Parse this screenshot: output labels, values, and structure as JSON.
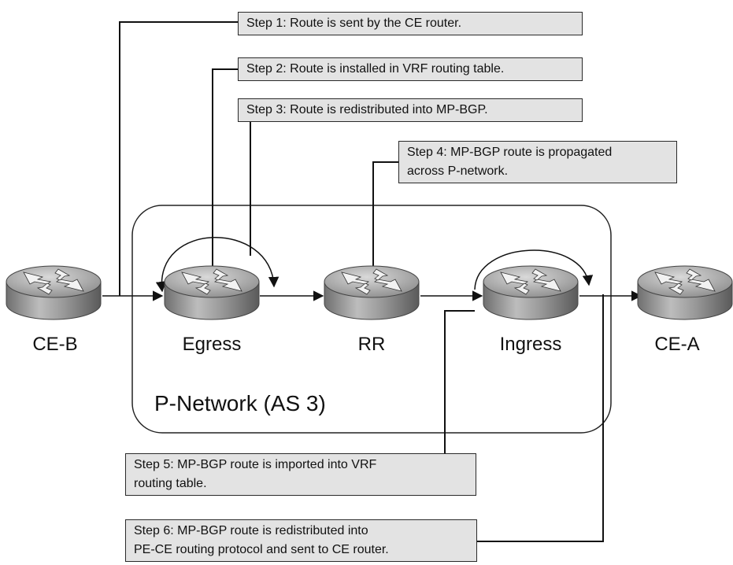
{
  "steps": [
    {
      "lines": [
        "Step 1: Route is sent by the CE router."
      ]
    },
    {
      "lines": [
        "Step 2: Route is installed in VRF routing table."
      ]
    },
    {
      "lines": [
        "Step 3: Route is redistributed into MP-BGP."
      ]
    },
    {
      "lines": [
        "Step 4: MP-BGP route is propagated",
        "across P-network."
      ]
    },
    {
      "lines": [
        "Step 5: MP-BGP route is imported into VRF",
        "routing table."
      ]
    },
    {
      "lines": [
        "Step 6: MP-BGP route is redistributed into",
        "PE-CE routing protocol and sent to CE router."
      ]
    }
  ],
  "nodes": {
    "ce_b": "CE-B",
    "egress": "Egress",
    "rr": "RR",
    "ingress": "Ingress",
    "ce_a": "CE-A"
  },
  "network_label": "P-Network (AS 3)",
  "icons": {
    "router": "router-icon"
  }
}
